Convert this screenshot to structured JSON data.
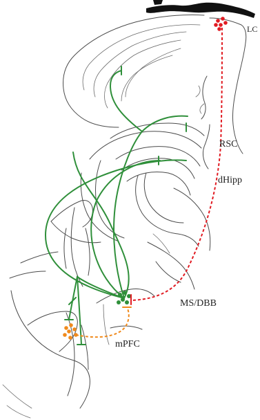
{
  "labels": {
    "lc": "LC",
    "rsc": "RSC",
    "dhipp": "dHipp",
    "ms_dbb": "MS/DBB",
    "mpfc": "mPFC"
  },
  "colors": {
    "septal_projection": "#2f8f3a",
    "lc_projection": "#e11b22",
    "mpfc_projection": "#f08a1c",
    "outline": "#4a4a4a"
  }
}
